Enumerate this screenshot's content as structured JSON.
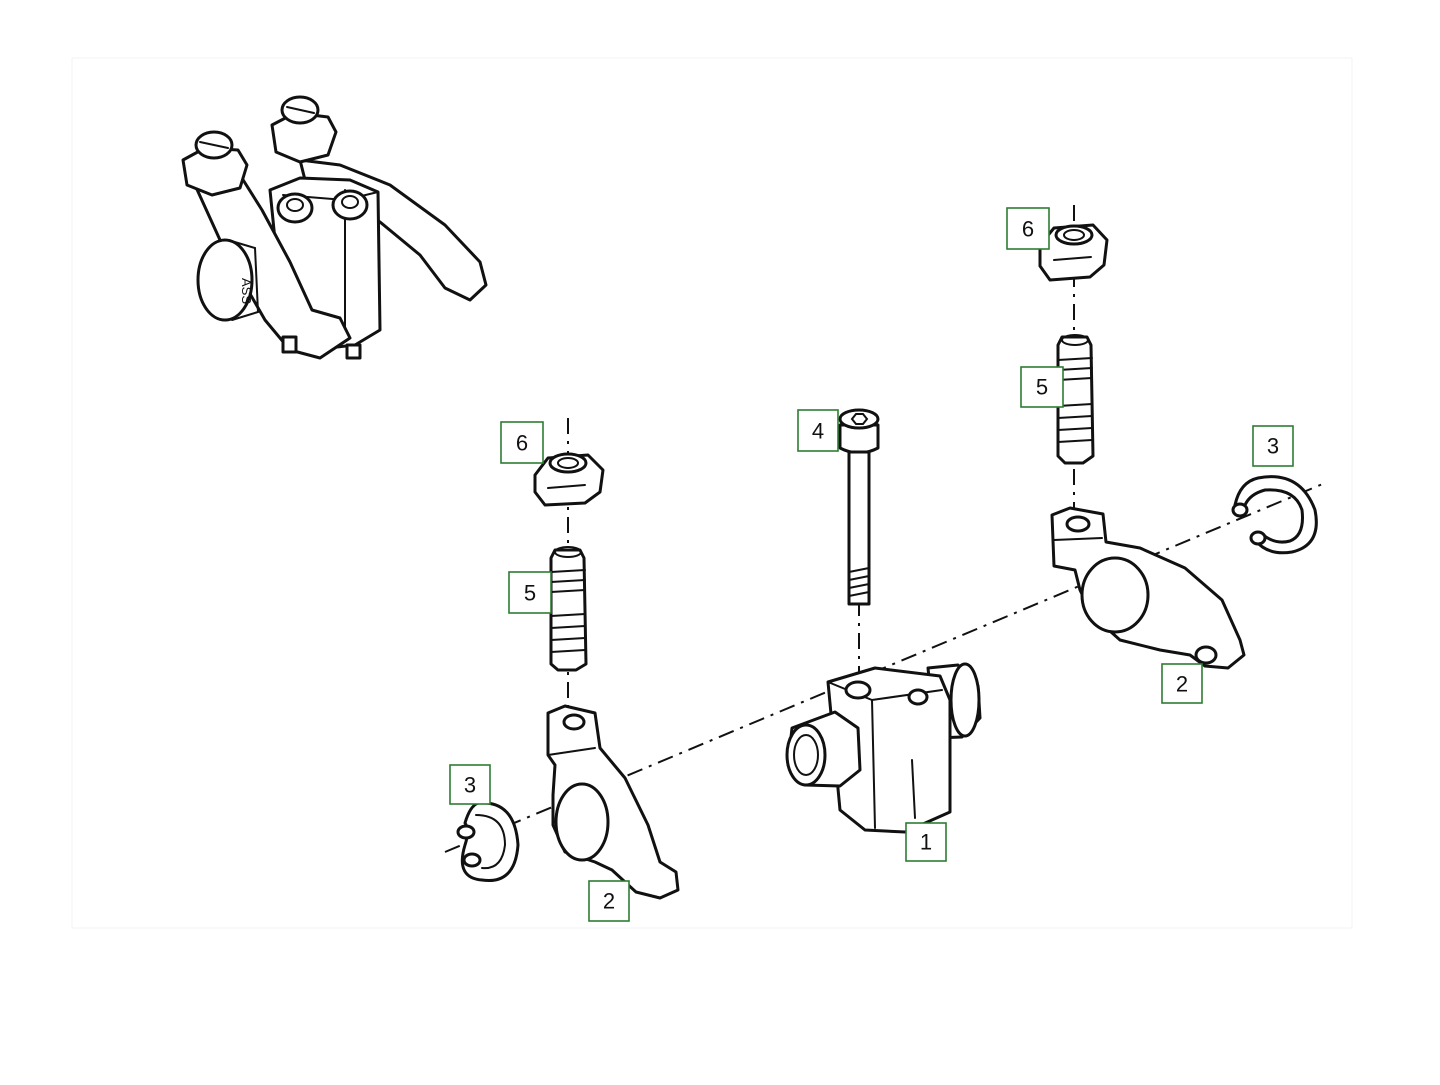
{
  "callouts": [
    {
      "id": "c1",
      "number": "1"
    },
    {
      "id": "c2a",
      "number": "2"
    },
    {
      "id": "c2b",
      "number": "2"
    },
    {
      "id": "c3a",
      "number": "3"
    },
    {
      "id": "c3b",
      "number": "3"
    },
    {
      "id": "c4",
      "number": "4"
    },
    {
      "id": "c5a",
      "number": "5"
    },
    {
      "id": "c5b",
      "number": "5"
    },
    {
      "id": "c6a",
      "number": "6"
    },
    {
      "id": "c6b",
      "number": "6"
    }
  ],
  "colors": {
    "line_art": "#111111",
    "callout_border": "#2e7d32",
    "background": "#ffffff"
  }
}
